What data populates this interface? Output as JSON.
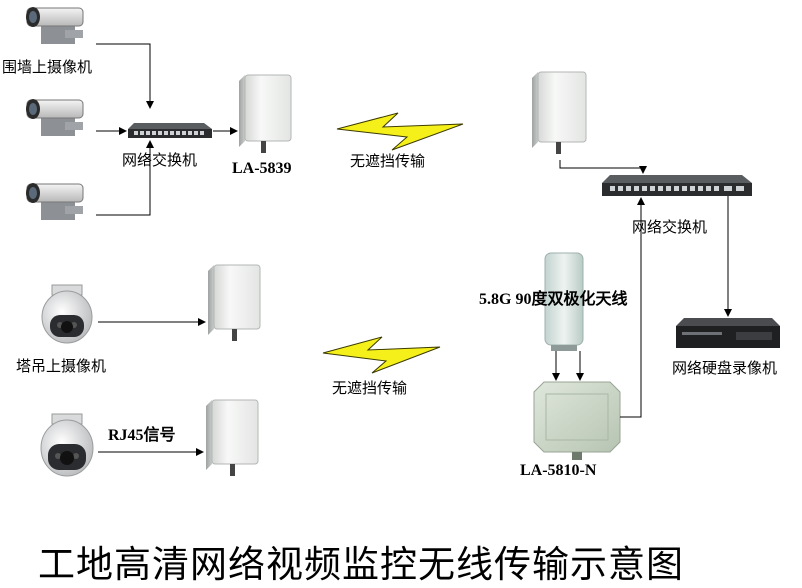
{
  "labels": {
    "wall_camera": "围墙上摄像机",
    "switch_left": "网络交换机",
    "la5839": "LA-5839",
    "link_top": "无遮挡传输",
    "switch_right": "网络交换机",
    "sector_antenna": "5.8G 90度双极化天线",
    "nvr": "网络硬盘录像机",
    "crane_camera": "塔吊上摄像机",
    "link_bottom": "无遮挡传输",
    "rj45": "RJ45信号",
    "la5810": "LA-5810-N"
  },
  "title": "工地高清网络视频监控无线传输示意图",
  "colors": {
    "bolt": "#f5ef1a",
    "bolt_stroke": "#3a3a00",
    "line": "#000000"
  },
  "icons": [
    "bullet-camera-icon",
    "dome-camera-icon",
    "network-switch-icon",
    "panel-antenna-icon",
    "sector-antenna-icon",
    "nvr-recorder-icon",
    "lightning-bolt-icon"
  ]
}
